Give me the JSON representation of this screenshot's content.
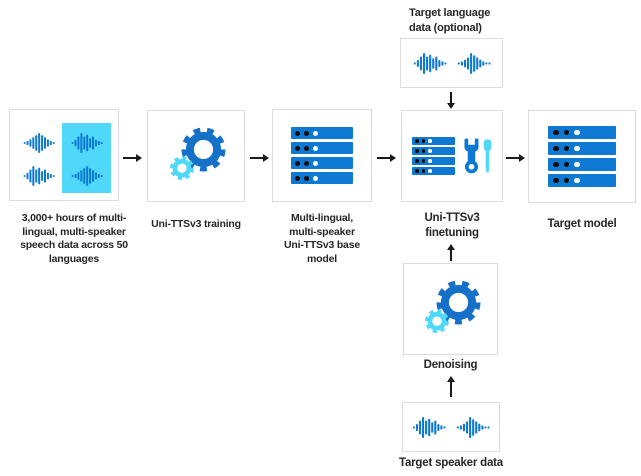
{
  "colors": {
    "blue": "#0e79d2",
    "cyan": "#4fd8f9",
    "gear_blue": "#1571c8",
    "box_border": "#dcdcdc",
    "text": "#262626",
    "arrow": "#1a1a1a"
  },
  "nodes": {
    "speech_data": {
      "label": "3,000+ hours of multi-\nlingual, multi-speaker\nspeech data across 50\nlanguages",
      "icon": "audio-waveform-grid-icon"
    },
    "training": {
      "label": "Uni-TTSv3 training",
      "icon": "gears-icon"
    },
    "base_model": {
      "label": "Multi-lingual,\nmulti-speaker\nUni-TTSv3 base\nmodel",
      "icon": "server-stack-icon"
    },
    "finetuning": {
      "label": "Uni-TTSv3\nfinetuning",
      "icon": "server-stack-with-tools-icon"
    },
    "target_model": {
      "label": "Target model",
      "icon": "server-stack-icon"
    },
    "target_language": {
      "label": "Target language\ndata (optional)",
      "icon": "audio-waveform-pair-icon"
    },
    "denoising": {
      "label": "Denoising",
      "icon": "gears-icon"
    },
    "target_speaker": {
      "label": "Target speaker data",
      "icon": "audio-waveform-pair-icon"
    }
  }
}
